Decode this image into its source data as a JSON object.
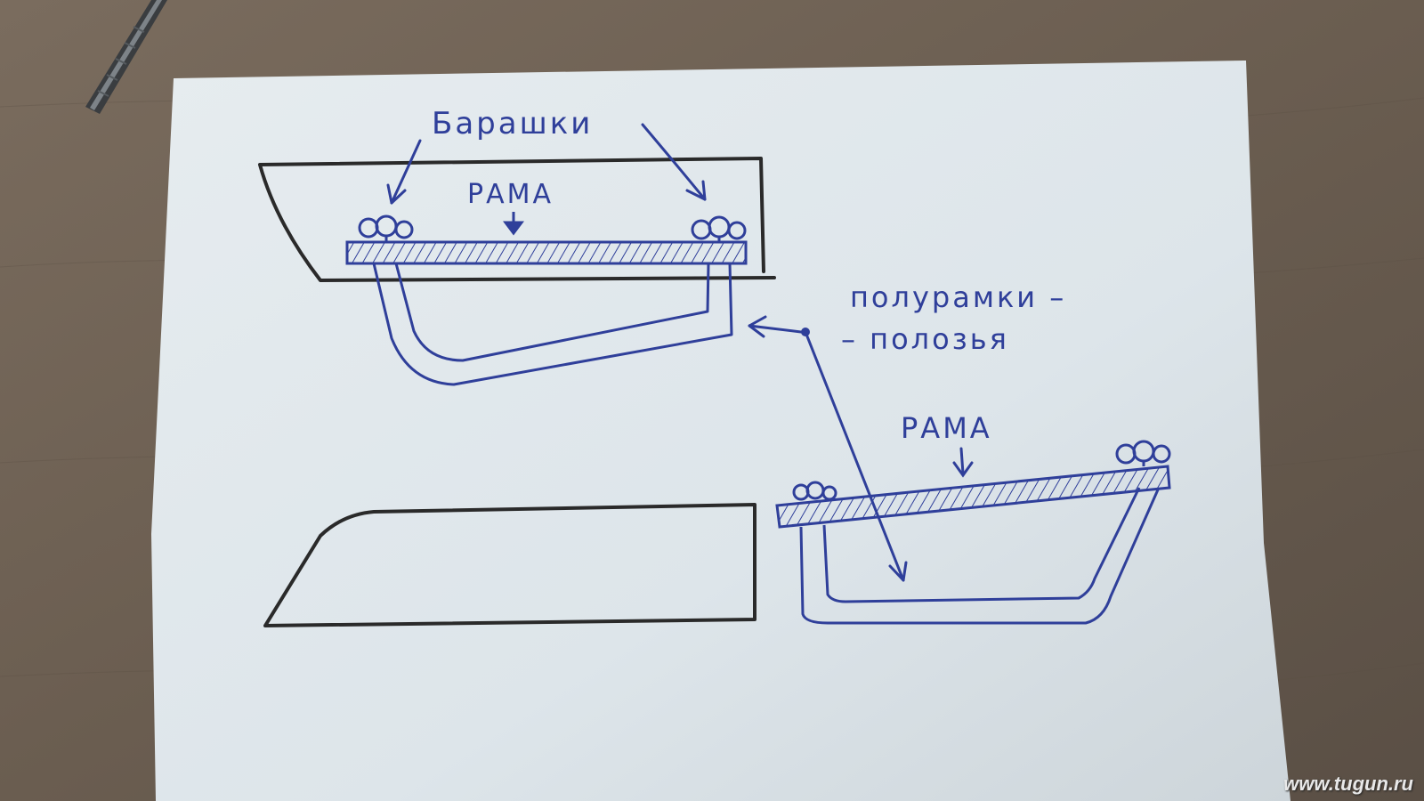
{
  "labels": {
    "wingnuts": "Барашки",
    "frame_top": "РАМА",
    "frame_bottom": "РАМА",
    "half_frames_line1": "полурамки –",
    "half_frames_line2": "– полозья"
  },
  "watermark": "www.tugun.ru",
  "colors": {
    "ink_blue": "#2f3f9a",
    "ink_black": "#2a2a2a",
    "paper": "#dfe6ea",
    "table": "#6e6256"
  }
}
